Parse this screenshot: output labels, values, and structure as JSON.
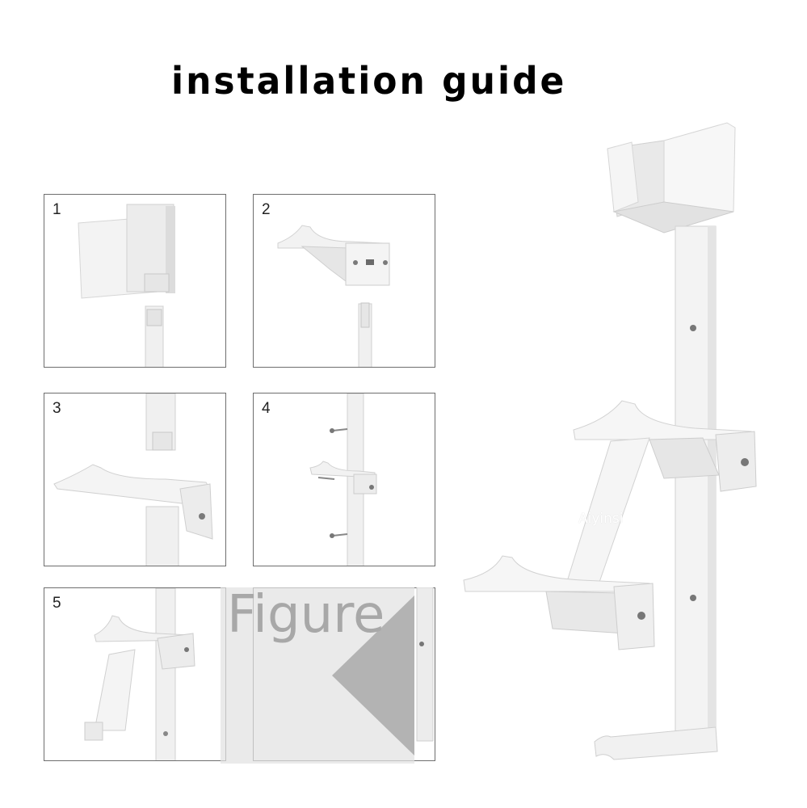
{
  "title": "installation guide",
  "steps": [
    {
      "number": "1"
    },
    {
      "number": "2"
    },
    {
      "number": "3"
    },
    {
      "number": "4"
    },
    {
      "number": "5"
    }
  ],
  "watermark": {
    "text": "Figure"
  },
  "brand": "Aiyinsi",
  "colors": {
    "plastic": "#f1f1f1",
    "shadow": "#d4d4d4",
    "border": "#6e6e6e"
  }
}
